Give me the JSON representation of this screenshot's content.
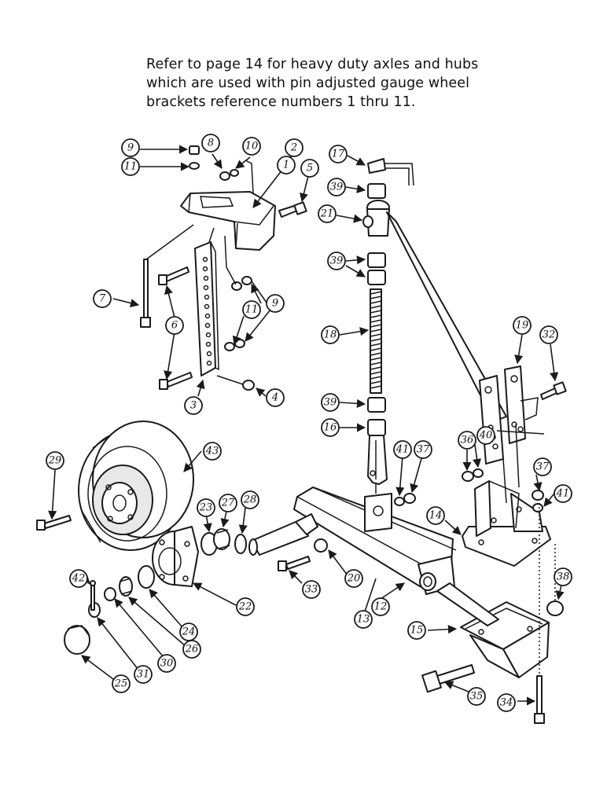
{
  "note": {
    "lines": [
      "Refer to page 14 for heavy duty axles and hubs",
      "which are used with pin adjusted gauge wheel",
      "brackets reference numbers 1 thru 11."
    ]
  },
  "callouts": [
    {
      "id": "c9a",
      "label": "9"
    },
    {
      "id": "c11a",
      "label": "11"
    },
    {
      "id": "c8",
      "label": "8"
    },
    {
      "id": "c10",
      "label": "10"
    },
    {
      "id": "c2",
      "label": "2"
    },
    {
      "id": "c1",
      "label": "1"
    },
    {
      "id": "c5",
      "label": "5"
    },
    {
      "id": "c17",
      "label": "17"
    },
    {
      "id": "c39a",
      "label": "39"
    },
    {
      "id": "c21",
      "label": "21"
    },
    {
      "id": "c39b",
      "label": "39"
    },
    {
      "id": "c7",
      "label": "7"
    },
    {
      "id": "c6",
      "label": "6"
    },
    {
      "id": "c11b",
      "label": "11"
    },
    {
      "id": "c9b",
      "label": "9"
    },
    {
      "id": "c18",
      "label": "18"
    },
    {
      "id": "c19",
      "label": "19"
    },
    {
      "id": "c32",
      "label": "32"
    },
    {
      "id": "c4",
      "label": "4"
    },
    {
      "id": "c3",
      "label": "3"
    },
    {
      "id": "c39c",
      "label": "39"
    },
    {
      "id": "c16",
      "label": "16"
    },
    {
      "id": "c36",
      "label": "36"
    },
    {
      "id": "c40",
      "label": "40"
    },
    {
      "id": "c29",
      "label": "29"
    },
    {
      "id": "c43",
      "label": "43"
    },
    {
      "id": "c41a",
      "label": "41"
    },
    {
      "id": "c37a",
      "label": "37"
    },
    {
      "id": "c37b",
      "label": "37"
    },
    {
      "id": "c41b",
      "label": "41"
    },
    {
      "id": "c23",
      "label": "23"
    },
    {
      "id": "c27",
      "label": "27"
    },
    {
      "id": "c28",
      "label": "28"
    },
    {
      "id": "c14",
      "label": "14"
    },
    {
      "id": "c20",
      "label": "20"
    },
    {
      "id": "c42",
      "label": "42"
    },
    {
      "id": "c33",
      "label": "33"
    },
    {
      "id": "c22",
      "label": "22"
    },
    {
      "id": "c12",
      "label": "12"
    },
    {
      "id": "c13",
      "label": "13"
    },
    {
      "id": "c38",
      "label": "38"
    },
    {
      "id": "c24",
      "label": "24"
    },
    {
      "id": "c30",
      "label": "30"
    },
    {
      "id": "c26",
      "label": "26"
    },
    {
      "id": "c31",
      "label": "31"
    },
    {
      "id": "c25",
      "label": "25"
    },
    {
      "id": "c15",
      "label": "15"
    },
    {
      "id": "c35",
      "label": "35"
    },
    {
      "id": "c34",
      "label": "34"
    }
  ]
}
